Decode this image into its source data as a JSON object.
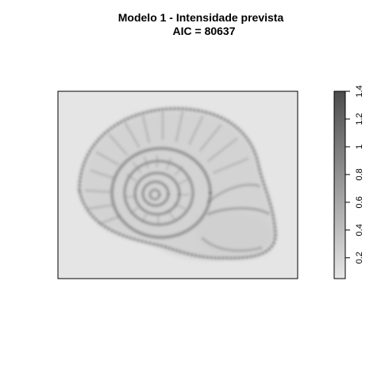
{
  "chart_data": {
    "type": "heatmap",
    "title": "Modelo 1 - Intensidade prevista",
    "subtitle": "AIC = 80637",
    "xlabel": "",
    "ylabel": "",
    "axes_visible": false,
    "background_color": "#e5e5e5",
    "colorbar": {
      "range": [
        0.05,
        1.4
      ],
      "ticks": [
        0.2,
        0.4,
        0.6,
        0.8,
        1.0,
        1.2,
        1.4
      ],
      "tick_labels": [
        "0.2",
        "0.4",
        "0.6",
        "0.8",
        "1",
        "1.2",
        "1.4"
      ],
      "low_color": "#e6e6e6",
      "high_color": "#4d4d4d",
      "placement": "right"
    },
    "image_description": "Shell pattern: estimated intensity field shaped like a spiral snail shell",
    "legend": "none"
  }
}
